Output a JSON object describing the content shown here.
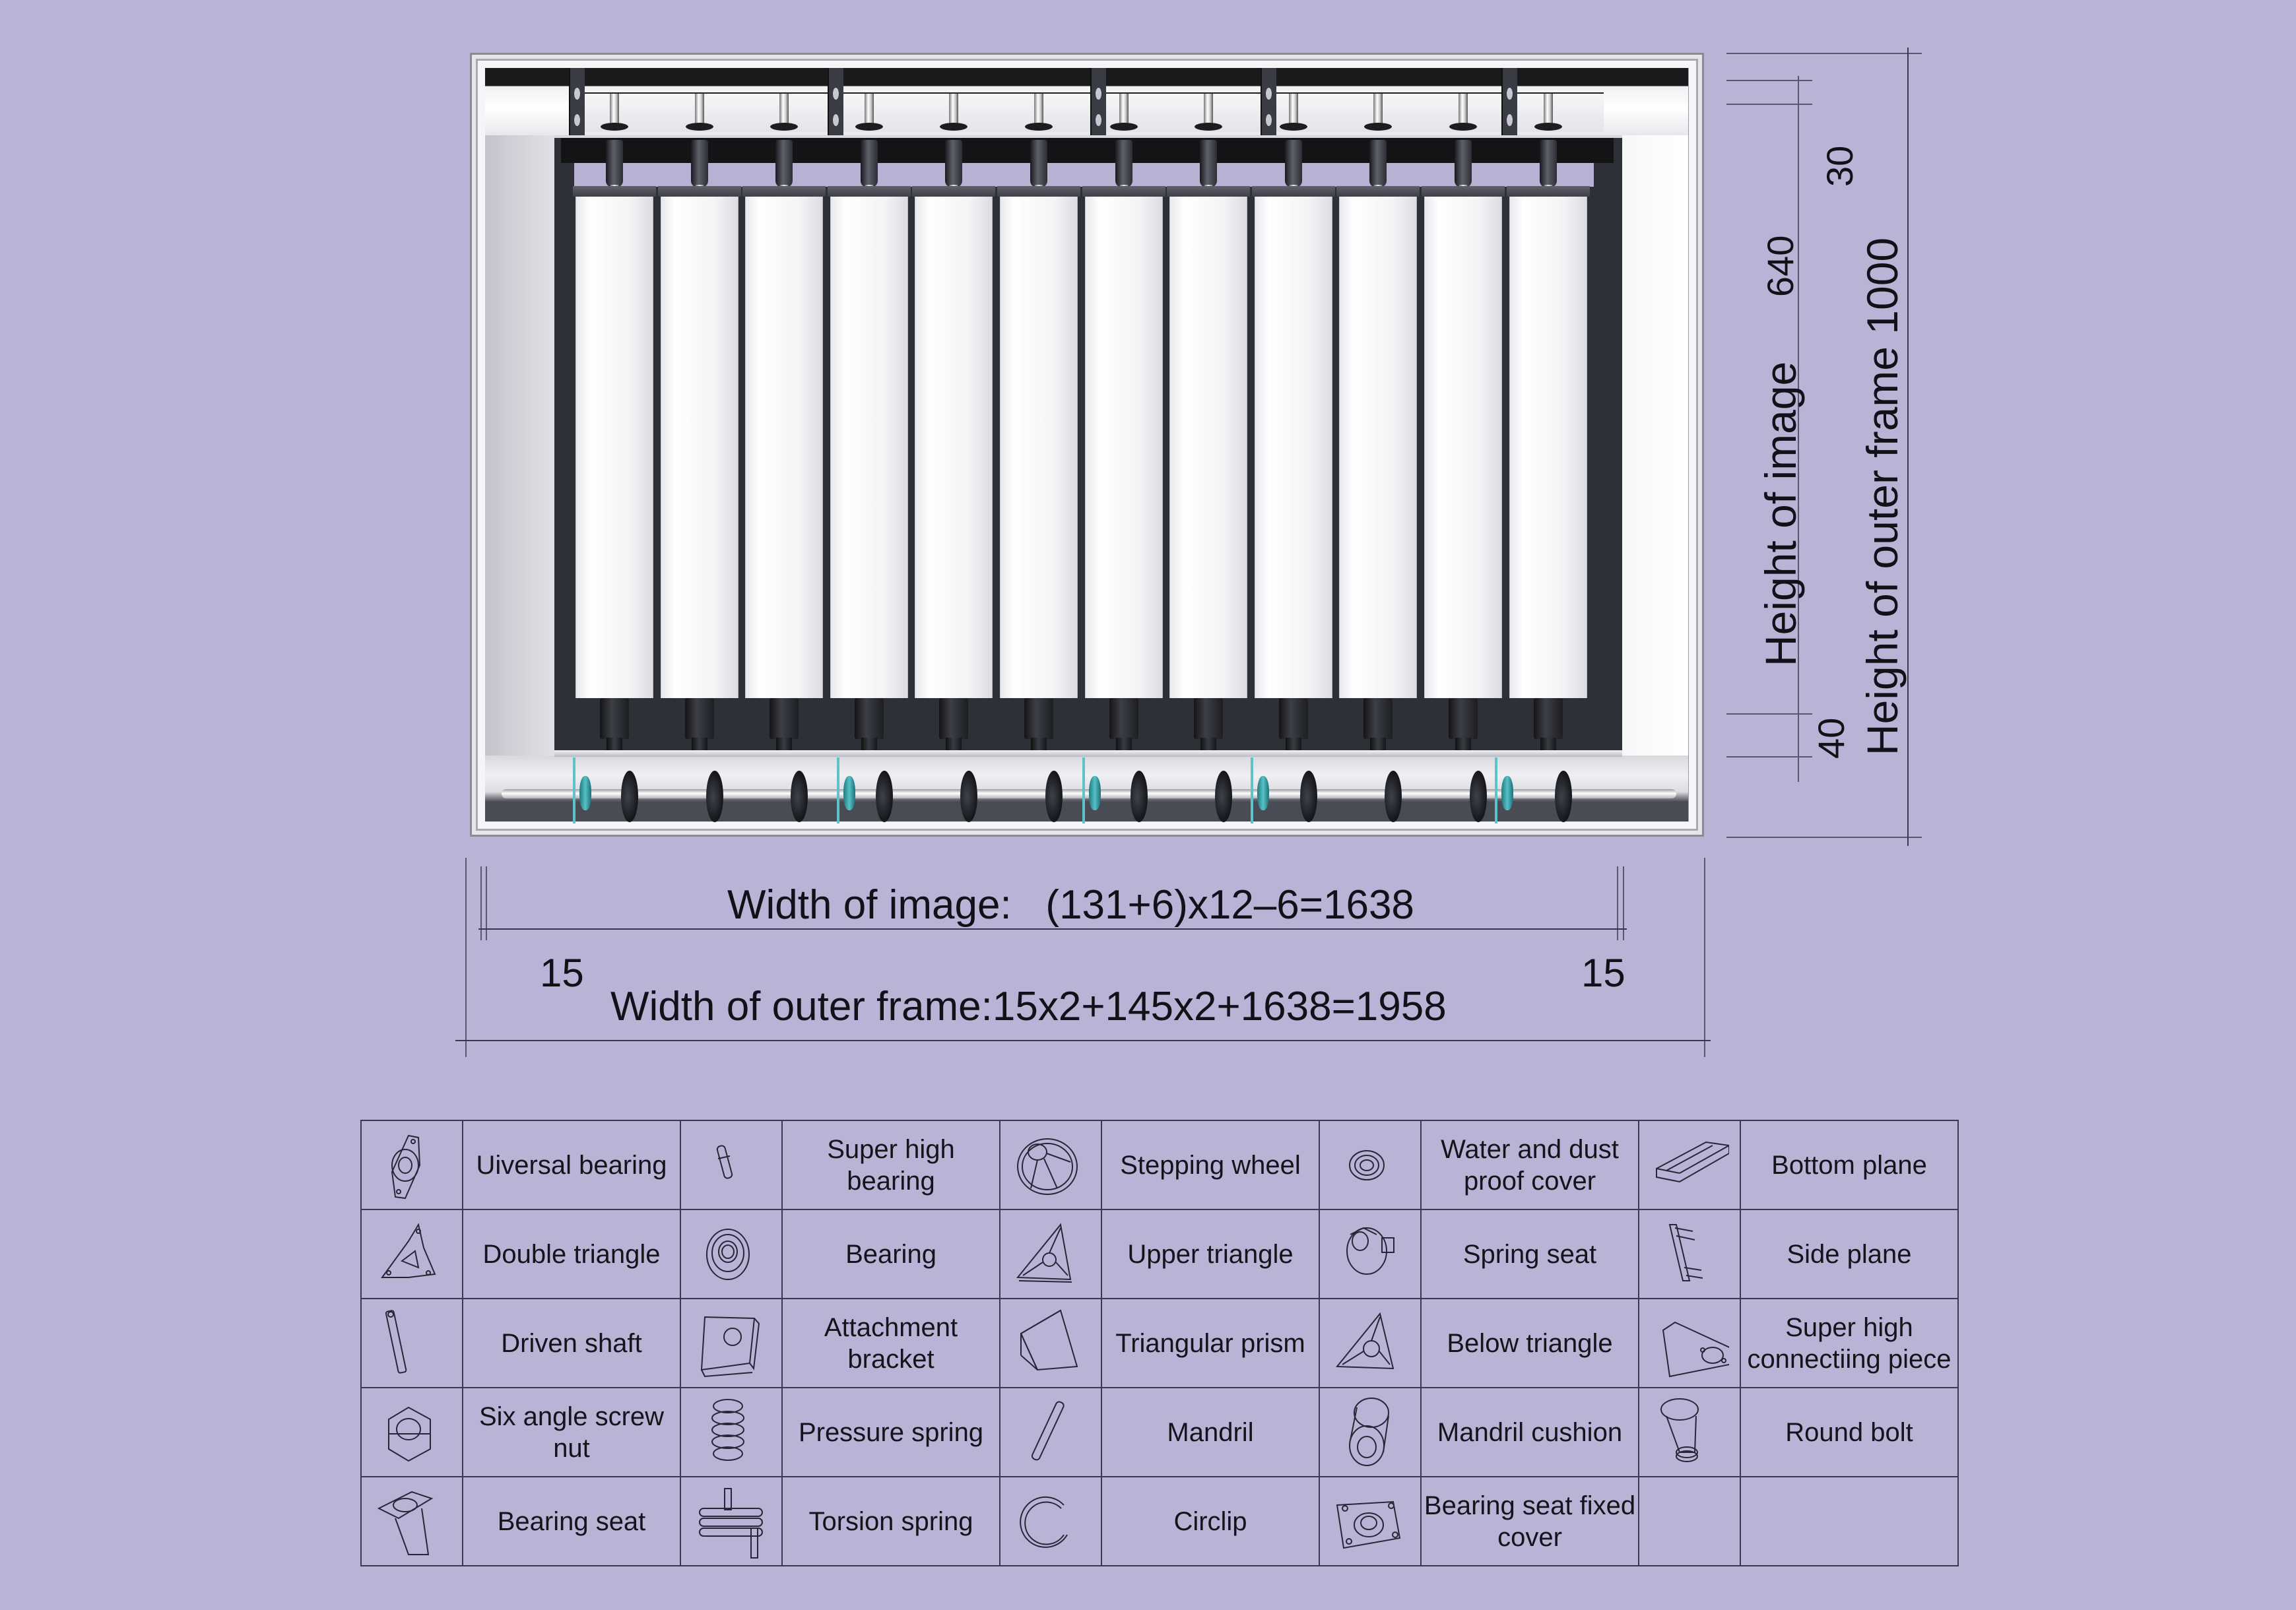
{
  "diagram": {
    "panel_count": 12,
    "colors": {
      "background": "#B9B4D5",
      "frame": "#EDEDF1",
      "inner_box": "#2E3038",
      "panel": "#F6F6F8",
      "accent_teal": "#56C2C6",
      "line": "#3A3550"
    }
  },
  "dimensions": {
    "height": {
      "top_margin": "30",
      "image_value": "640",
      "image_label": "Height of image",
      "bottom_margin": "40",
      "outer_frame_label": "Height of outer frame 1000"
    },
    "width": {
      "image_label": "Width of image:",
      "image_formula": "(131+6)x12–6=1638",
      "left_margin": "15",
      "right_margin": "15",
      "outer_frame_label": "Width of outer frame:",
      "outer_frame_formula": "15x2+145x2+1638=1958"
    }
  },
  "parts_table": {
    "rows": [
      [
        {
          "icon": "universal-bearing-icon",
          "label": "Uiversal bearing"
        },
        {
          "icon": "super-high-bearing-icon",
          "label": "Super high bearing"
        },
        {
          "icon": "stepping-wheel-icon",
          "label": "Stepping wheel"
        },
        {
          "icon": "water-dust-cover-icon",
          "label": "Water and dust proof cover"
        },
        {
          "icon": "bottom-plane-icon",
          "label": "Bottom plane"
        }
      ],
      [
        {
          "icon": "double-triangle-icon",
          "label": "Double triangle"
        },
        {
          "icon": "bearing-icon",
          "label": "Bearing"
        },
        {
          "icon": "upper-triangle-icon",
          "label": "Upper triangle"
        },
        {
          "icon": "spring-seat-icon",
          "label": "Spring seat"
        },
        {
          "icon": "side-plane-icon",
          "label": "Side plane"
        }
      ],
      [
        {
          "icon": "driven-shaft-icon",
          "label": "Driven shaft"
        },
        {
          "icon": "attachment-bracket-icon",
          "label": "Attachment bracket"
        },
        {
          "icon": "triangular-prism-icon",
          "label": "Triangular prism"
        },
        {
          "icon": "below-triangle-icon",
          "label": "Below triangle"
        },
        {
          "icon": "super-high-connecting-piece-icon",
          "label": "Super high connectiing piece"
        }
      ],
      [
        {
          "icon": "hex-nut-icon",
          "label": "Six angle screw nut"
        },
        {
          "icon": "pressure-spring-icon",
          "label": "Pressure spring"
        },
        {
          "icon": "mandril-icon",
          "label": "Mandril"
        },
        {
          "icon": "mandril-cushion-icon",
          "label": "Mandril cushion"
        },
        {
          "icon": "round-bolt-icon",
          "label": "Round bolt"
        }
      ],
      [
        {
          "icon": "bearing-seat-icon",
          "label": "Bearing seat"
        },
        {
          "icon": "torsion-spring-icon",
          "label": "Torsion spring"
        },
        {
          "icon": "circlip-icon",
          "label": "Circlip"
        },
        {
          "icon": "bearing-seat-fixed-cover-icon",
          "label": "Bearing seat fixed cover"
        },
        {
          "icon": "empty-icon",
          "label": ""
        }
      ]
    ]
  }
}
